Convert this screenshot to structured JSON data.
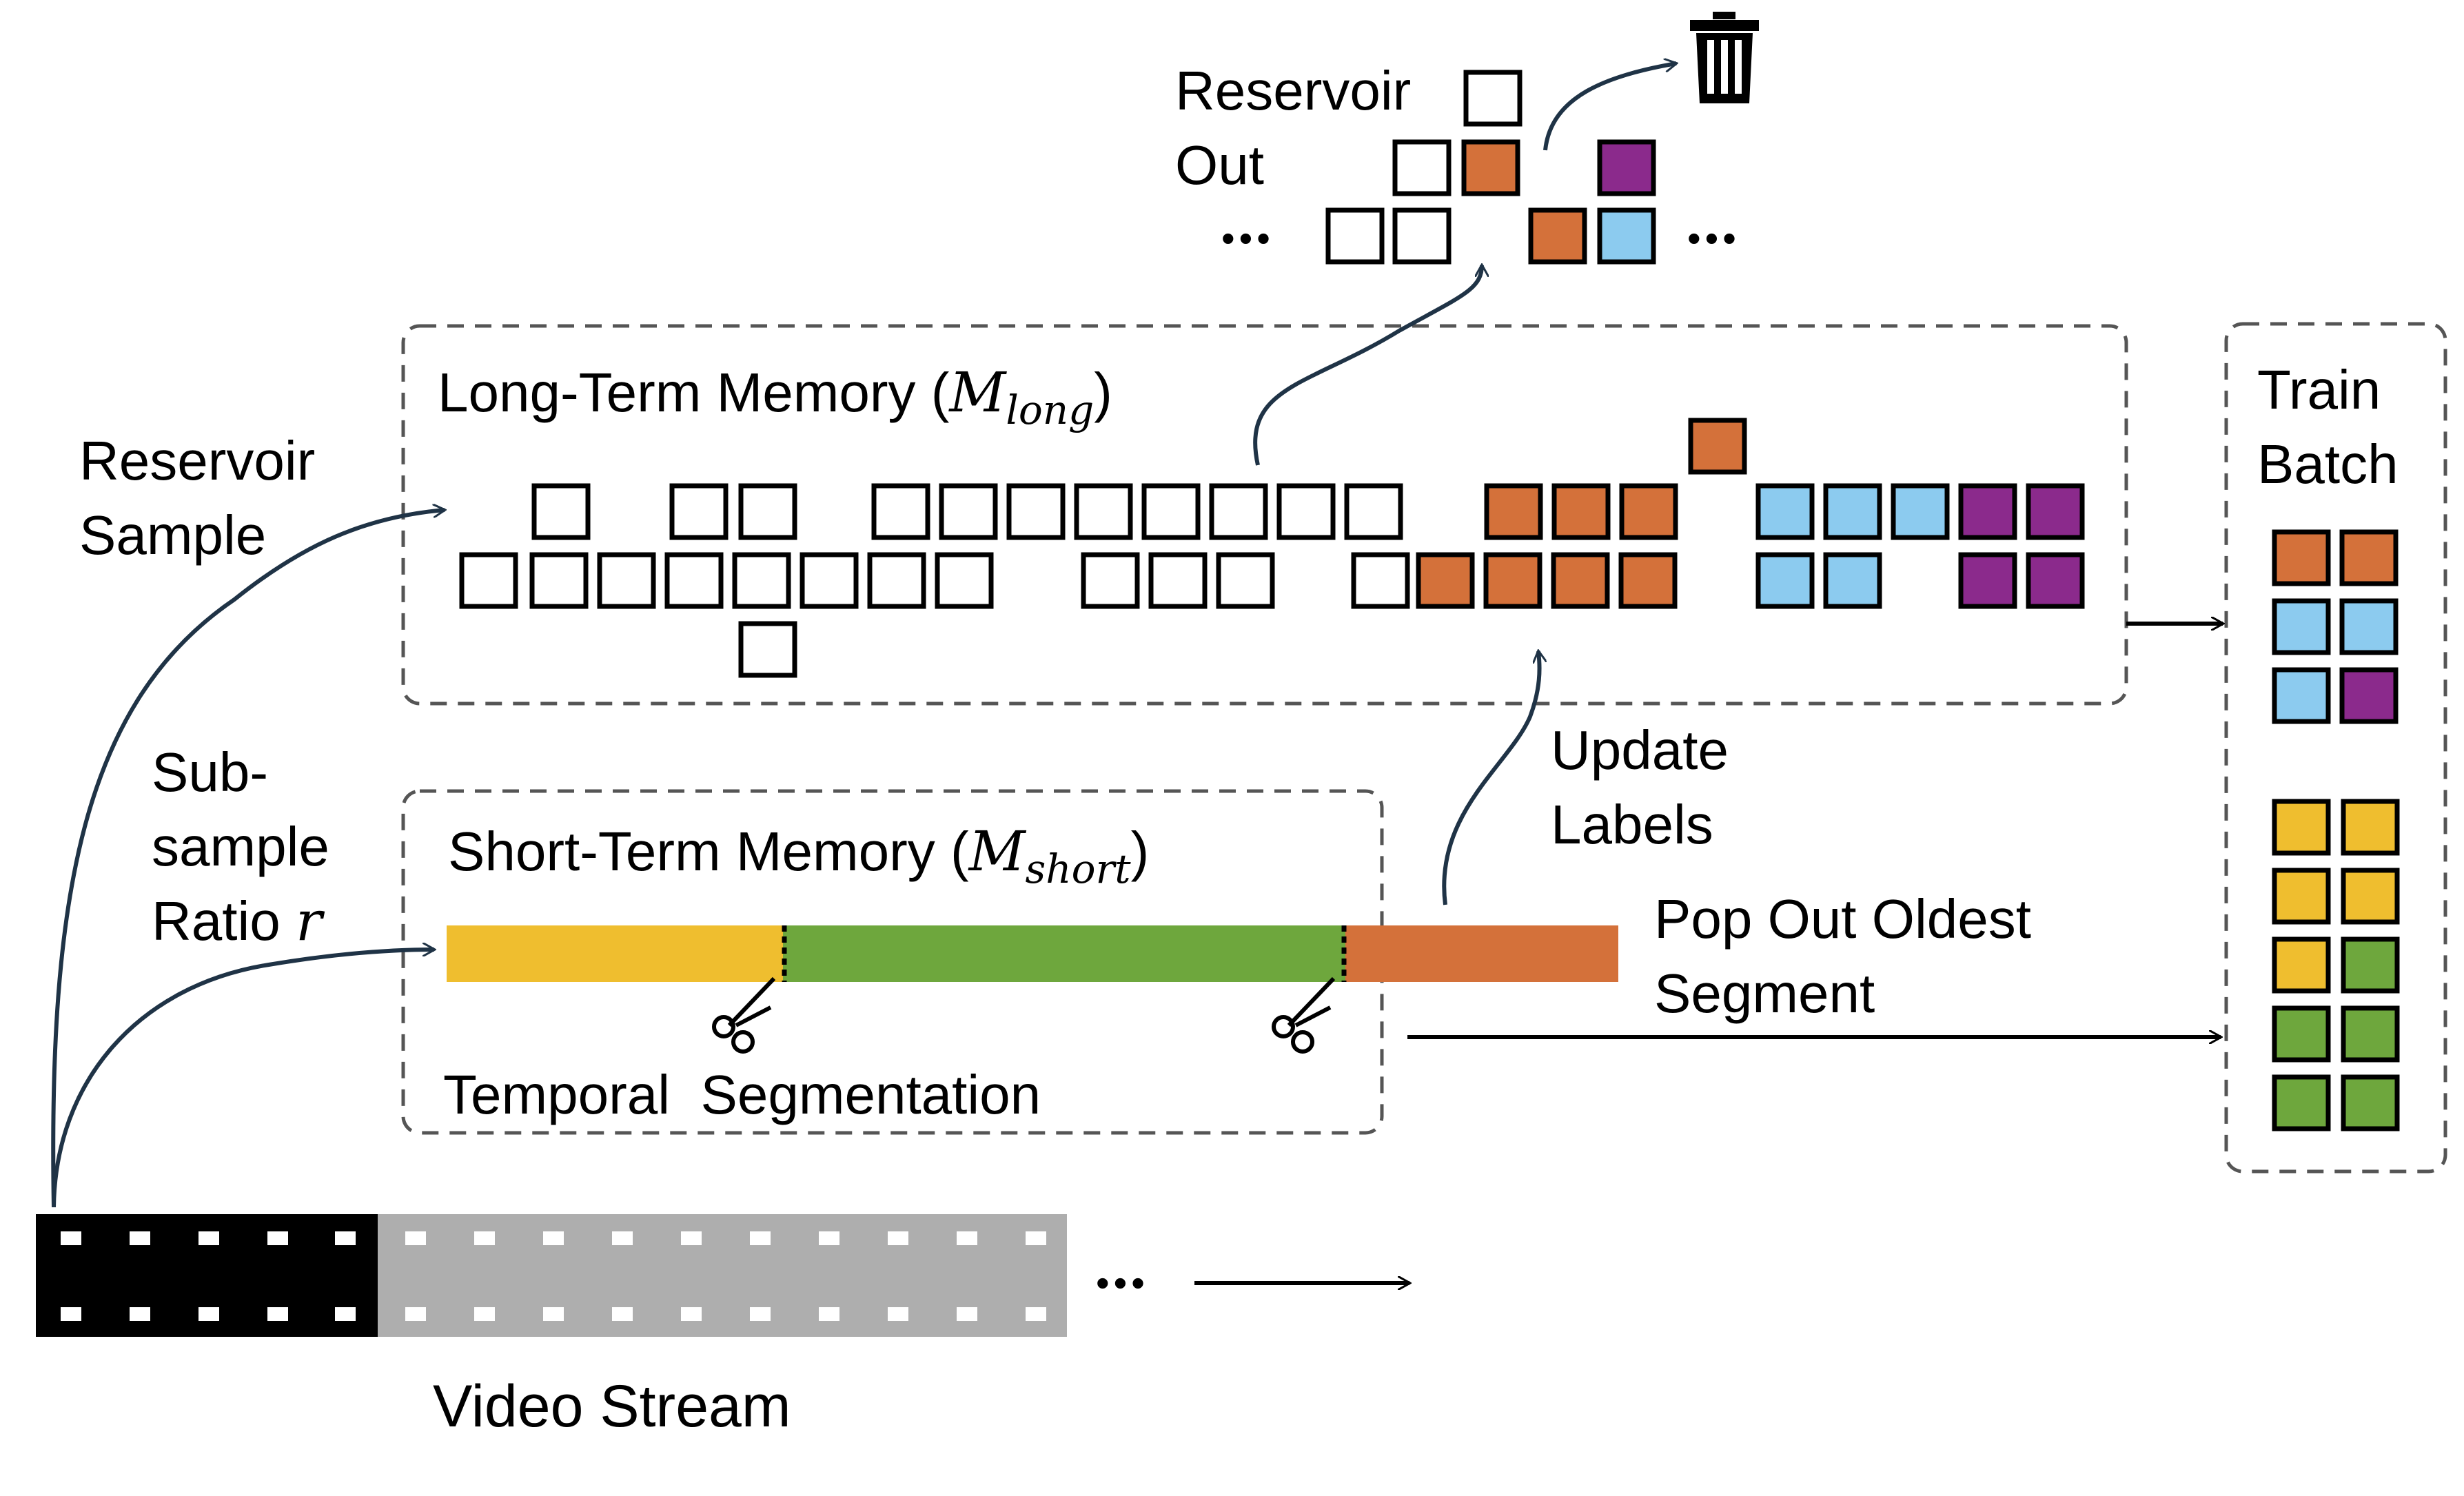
{
  "labels": {
    "reservoir_out_line1": "Reservoir",
    "reservoir_out_line2": "Out",
    "reservoir_sample_line1": "Reservoir",
    "reservoir_sample_line2": "Sample",
    "subsample_line1": "Sub-",
    "subsample_line2": "sample",
    "subsample_line3": "Ratio",
    "subsample_var": "r",
    "long_term_title": "Long-Term Memory (",
    "long_term_symbol": "M",
    "long_term_subscript": "long",
    "long_term_close": ")",
    "short_term_title": "Short-Term Memory (",
    "short_term_symbol": "M",
    "short_term_subscript": "short",
    "short_term_close": ")",
    "update_labels_line1": "Update",
    "update_labels_line2": "Labels",
    "pop_out_line1": "Pop Out Oldest",
    "pop_out_line2": "Segment",
    "temporal_segmentation": "Temporal  Segmentation",
    "train_batch_line1": "Train",
    "train_batch_line2": "Batch",
    "video_stream": "Video Stream",
    "ellipsis": "•••"
  },
  "colors": {
    "orange": "#D4713A",
    "blue": "#8CCBEF",
    "purple": "#8B2A8C",
    "yellow": "#EFBE2F",
    "green": "#6EA73D",
    "empty": "#FFFFFF",
    "stroke": "#000000",
    "dashed_border": "#555555",
    "arrow_curve": "#1F3346",
    "film_dark": "#000000",
    "film_light": "#AEAEAE"
  },
  "icons": {
    "trash": "trash-icon",
    "scissors": "scissors-icon"
  },
  "diagram": {
    "short_term_segments": [
      "yellow",
      "green",
      "orange"
    ],
    "train_batch_group1": [
      "orange",
      "orange",
      "blue",
      "blue",
      "blue",
      "purple"
    ],
    "train_batch_group2": [
      "yellow",
      "yellow",
      "yellow",
      "yellow",
      "yellow",
      "green",
      "green",
      "green",
      "green",
      "green"
    ]
  }
}
